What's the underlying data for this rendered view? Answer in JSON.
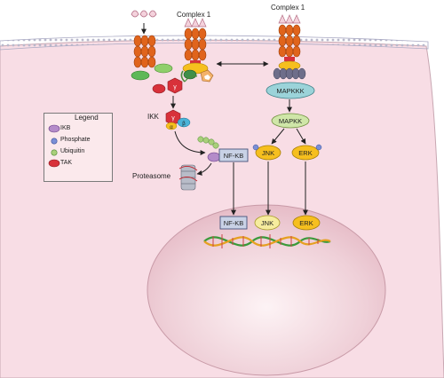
{
  "complex_left_label": "Complex 1",
  "complex_right_label": "Complex 1",
  "ikk_label": "IKK",
  "proteasome_label": "Proteasome",
  "nfkb_cytoplasm_label": "NF-KB",
  "nfkb_nucleus_label": "NF-KB",
  "mapkkk_label": "MAPKKK",
  "mapkk_label": "MAPKK",
  "jnk_cytoplasm_label": "JNK",
  "erk_cytoplasm_label": "ERK",
  "jnk_nucleus_label": "JNK",
  "erk_nucleus_label": "ERK",
  "tak_symbol_1": "γ",
  "tak_symbol_2": "γ",
  "ikk_alpha_symbol": "α",
  "ikk_beta_symbol": "β",
  "legend": {
    "title": "Legend",
    "items": [
      {
        "label": "IKB",
        "icon": "ikb-icon",
        "color": "#b48bc9"
      },
      {
        "label": "Phosphate",
        "icon": "phosphate-icon",
        "color": "#7a8fd6"
      },
      {
        "label": "Ubiquitin",
        "icon": "ubiquitin-icon",
        "color": "#a9cf7a"
      },
      {
        "label": "TAK",
        "icon": "tak-icon",
        "color": "#d8313a"
      }
    ]
  },
  "colors": {
    "cell": "#f7dce4",
    "nucleus": "#f0d2da",
    "receptor": "#e0641c",
    "tak": "#d8313a",
    "mapk_kinase": "#9bd3d9",
    "mapkk": "#cfe6a8",
    "jnk_erk": "#f6bf1e",
    "nfkb": "#c9d2e6"
  }
}
